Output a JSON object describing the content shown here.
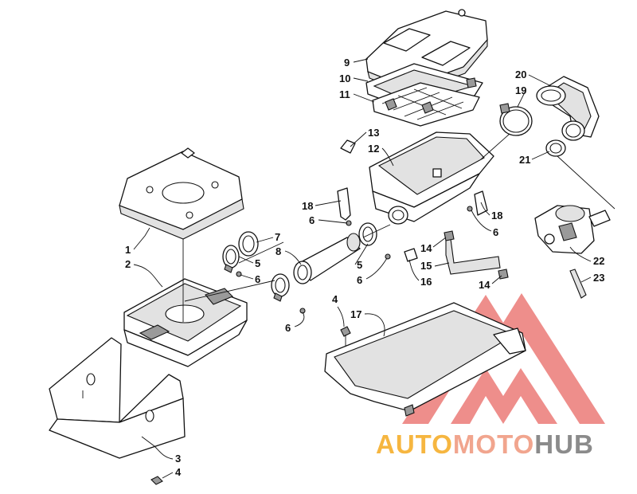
{
  "diagram": {
    "callouts": [
      "1",
      "2",
      "3",
      "4",
      "4",
      "5",
      "5",
      "6",
      "6",
      "6",
      "6",
      "6",
      "7",
      "8",
      "9",
      "10",
      "11",
      "12",
      "13",
      "14",
      "14",
      "15",
      "16",
      "17",
      "18",
      "18",
      "19",
      "20",
      "21",
      "22",
      "23"
    ]
  },
  "watermark": {
    "part_auto": "AUTO",
    "part_moto": "MOTO",
    "part_hub": "HUB",
    "colors": {
      "auto": "#f6b640",
      "moto": "#f1a58e",
      "hub": "#8b8b8b",
      "logo": "#e0322c"
    }
  }
}
